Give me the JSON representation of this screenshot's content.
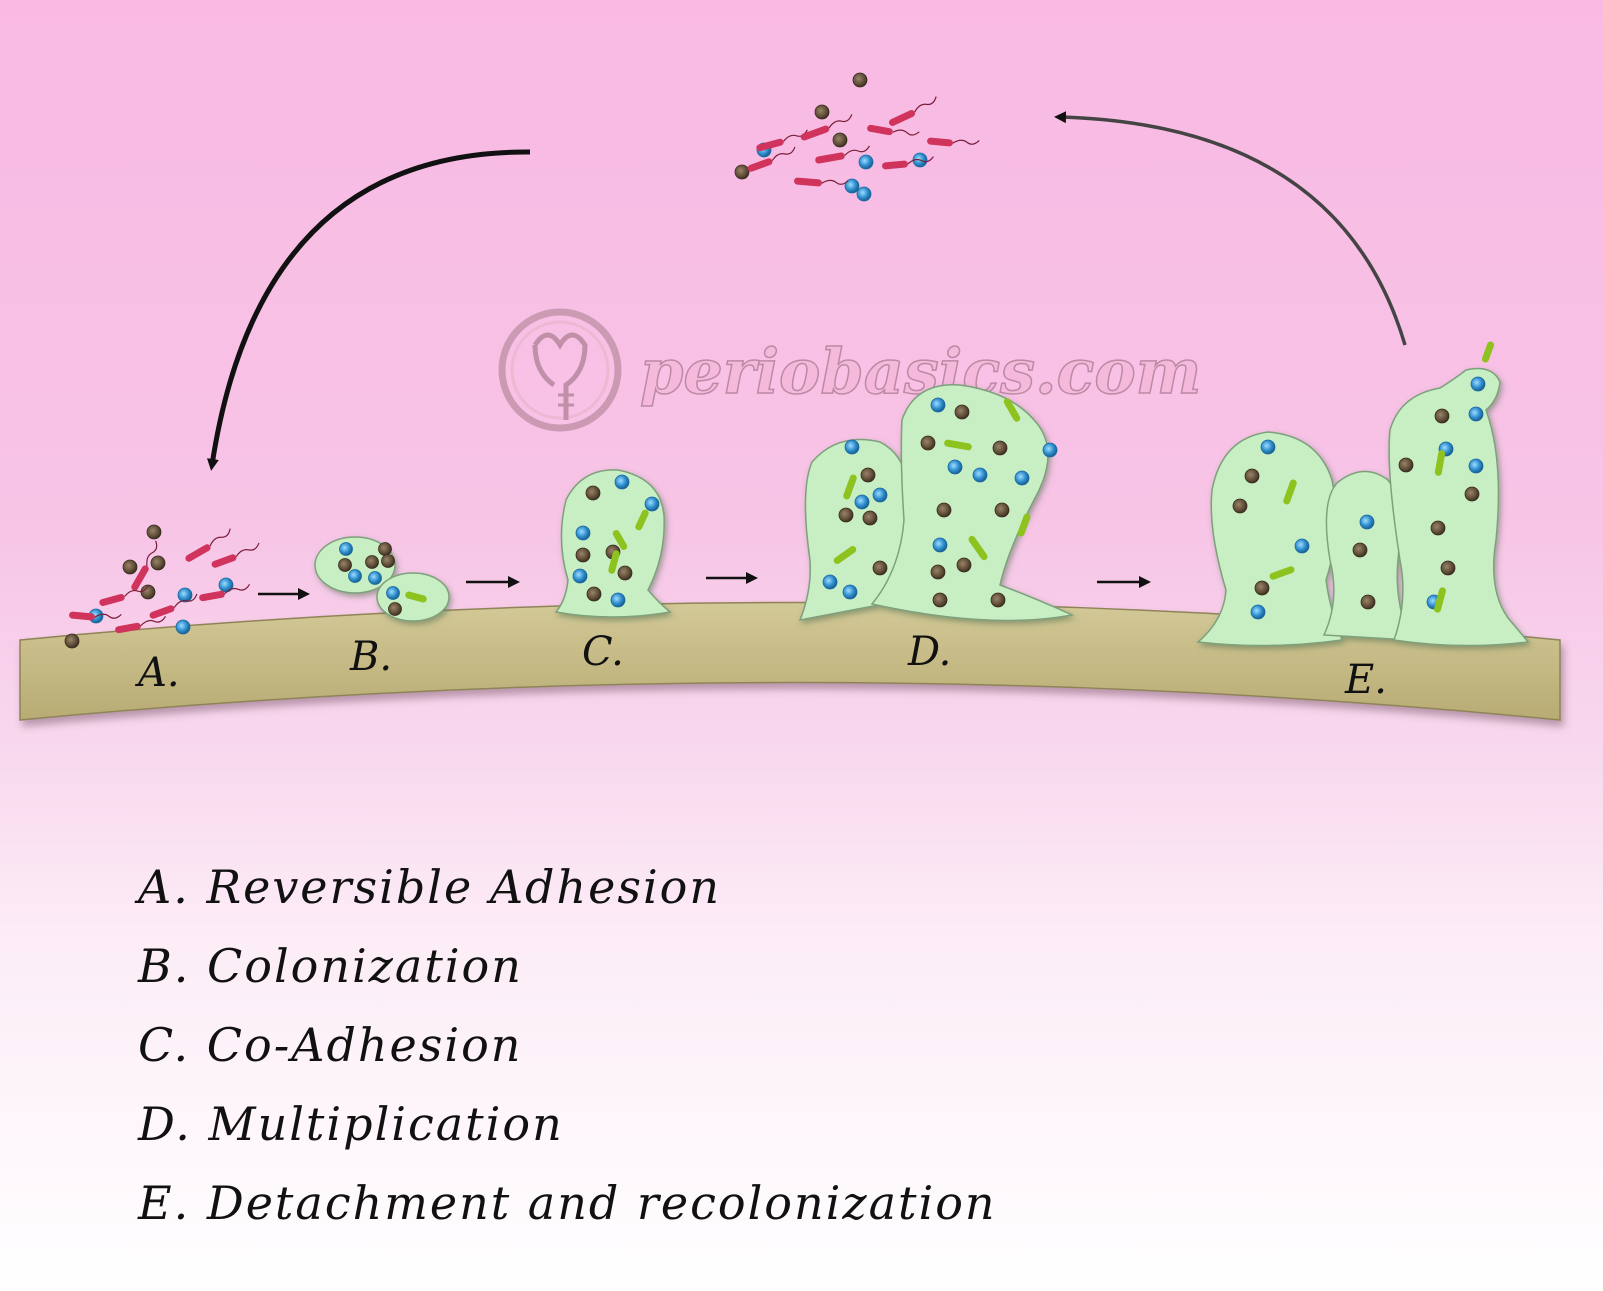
{
  "watermark": {
    "text": "periobasics.com"
  },
  "stages": [
    {
      "label": "A.",
      "description": "Reversible Adhesion"
    },
    {
      "label": "B.",
      "description": "Colonization"
    },
    {
      "label": "C.",
      "description": "Co-Adhesion"
    },
    {
      "label": "D.",
      "description": "Multiplication"
    },
    {
      "label": "E.",
      "description": "Detachment and recolonization"
    }
  ],
  "legend": [
    "A. Reversible Adhesion",
    "B. Colonization",
    "C. Co-Adhesion",
    "D. Multiplication",
    "E. Detachment and recolonization"
  ],
  "colors": {
    "background_top": "#f9b9e3",
    "surface": "#c8bd8a",
    "biofilm": "#c8efc4",
    "rod_bacteria": "#d0335b",
    "cocci_blue": "#3a9fd4",
    "cocci_brown": "#6d5a44",
    "rod_green": "#8ec21e"
  }
}
